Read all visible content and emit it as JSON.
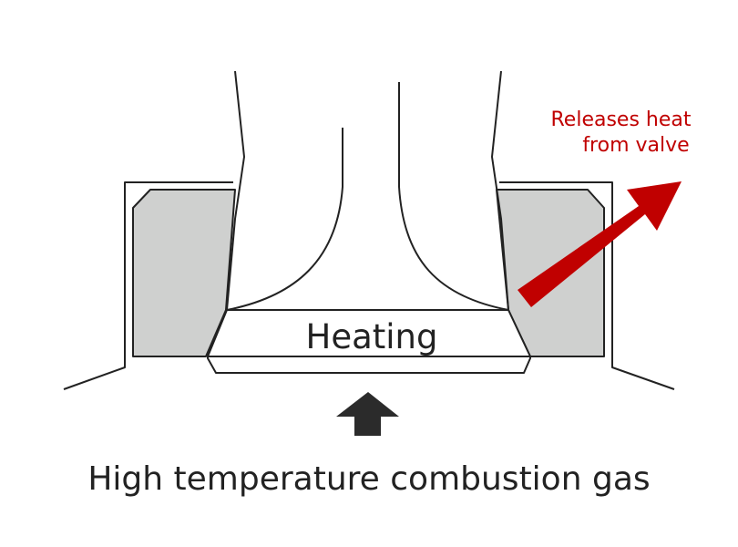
{
  "labels": {
    "heating": "Heating",
    "releases_line1": "Releases heat",
    "releases_line2": "from valve",
    "gas": "High temperature combustion gas"
  },
  "colors": {
    "line": "#222222",
    "seat_gray": "#cfd0cf",
    "release_red": "#c00000",
    "arrow_dark": "#2b2b2b"
  }
}
